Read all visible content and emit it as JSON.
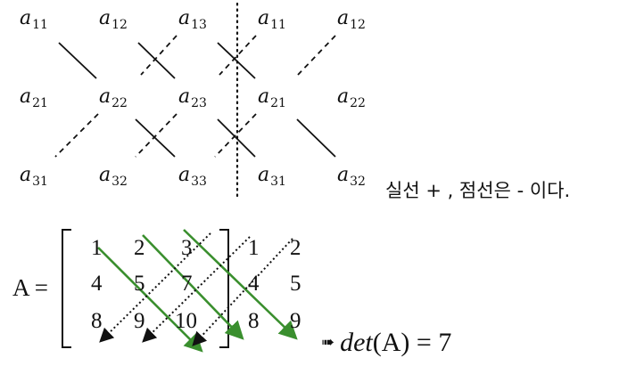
{
  "diagram": {
    "cells": [
      {
        "base": "a",
        "sub": "11"
      },
      {
        "base": "a",
        "sub": "12"
      },
      {
        "base": "a",
        "sub": "13"
      },
      {
        "base": "a",
        "sub": "11"
      },
      {
        "base": "a",
        "sub": "12"
      },
      {
        "base": "a",
        "sub": "21"
      },
      {
        "base": "a",
        "sub": "22"
      },
      {
        "base": "a",
        "sub": "23"
      },
      {
        "base": "a",
        "sub": "21"
      },
      {
        "base": "a",
        "sub": "22"
      },
      {
        "base": "a",
        "sub": "31"
      },
      {
        "base": "a",
        "sub": "32"
      },
      {
        "base": "a",
        "sub": "33"
      },
      {
        "base": "a",
        "sub": "31"
      },
      {
        "base": "a",
        "sub": "32"
      }
    ],
    "note": "실선 + , 점선은 - 이다."
  },
  "matrix": {
    "label": "A =",
    "rows": [
      [
        "1",
        "2",
        "3"
      ],
      [
        "4",
        "5",
        "7"
      ],
      [
        "8",
        "9",
        "10"
      ]
    ],
    "extended": [
      [
        "1",
        "2"
      ],
      [
        "4",
        "5"
      ],
      [
        "8",
        "9"
      ]
    ],
    "arrow_color_solid": "#3a8f2e",
    "arrow_color_dotted": "#111111"
  },
  "result": {
    "arrow": "➠",
    "func": "det",
    "arg": "(A)",
    "equals": "=",
    "value": "7"
  }
}
